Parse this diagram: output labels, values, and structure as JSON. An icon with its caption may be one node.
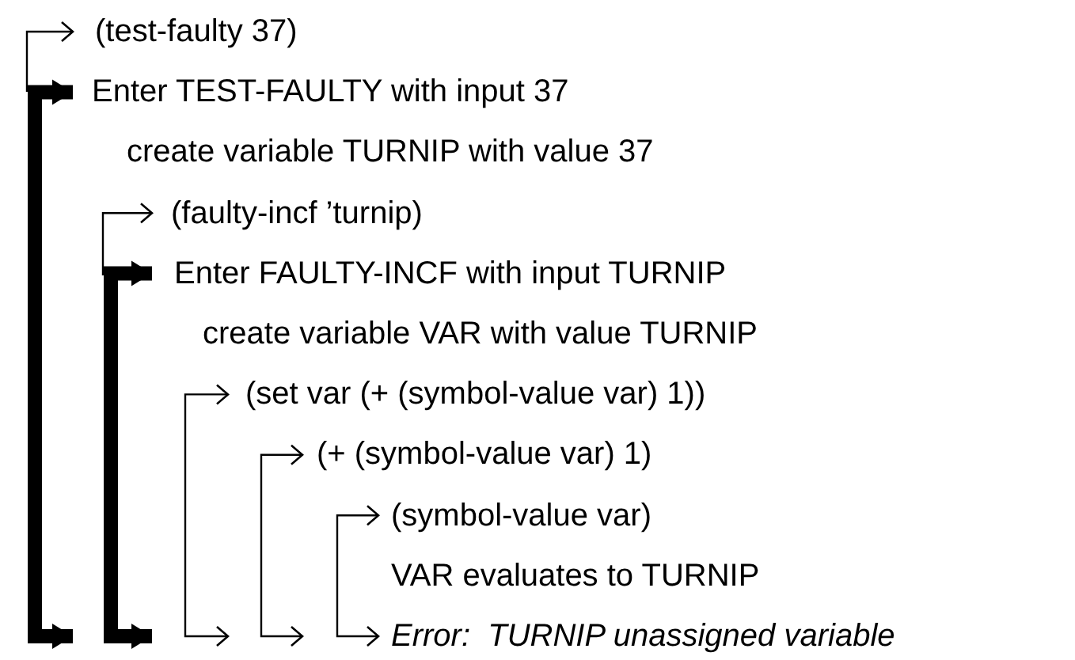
{
  "diagram": {
    "nodes": [
      {
        "text": [
          "(test-faulty 37)"
        ]
      },
      {
        "text": [
          "Enter TEST-FAULTY with input 37"
        ]
      },
      {
        "text": [
          "create variable TURNIP with value 37"
        ]
      },
      {
        "text": [
          "(faulty-incf ’turnip)"
        ]
      },
      {
        "text": [
          "Enter FAULTY-INCF with input TURNIP"
        ]
      },
      {
        "text": [
          "create variable VAR with value TURNIP"
        ]
      },
      {
        "text": [
          "(set var (+ (symbol-value var) 1))"
        ]
      },
      {
        "text": [
          "(+ (symbol-value var) 1)"
        ]
      },
      {
        "text": [
          "(symbol-value var)"
        ]
      },
      {
        "text": [
          "VAR evaluates to TURNIP"
        ]
      },
      {
        "text": [
          "Error:  TURNIP unassigned variable"
        ]
      }
    ],
    "edges": [
      {
        "from": null,
        "to": 0,
        "arrow": "to"
      },
      {
        "from": 1,
        "to": null,
        "arrow": "both",
        "style": "thick"
      },
      {
        "from": null,
        "to": 3,
        "arrow": "to"
      },
      {
        "from": 4,
        "to": null,
        "arrow": "both",
        "style": "thick"
      },
      {
        "from": 6,
        "to": null,
        "arrow": "both"
      },
      {
        "from": 7,
        "to": null,
        "arrow": "both"
      },
      {
        "from": 8,
        "to": 10,
        "arrow": "both"
      }
    ]
  }
}
